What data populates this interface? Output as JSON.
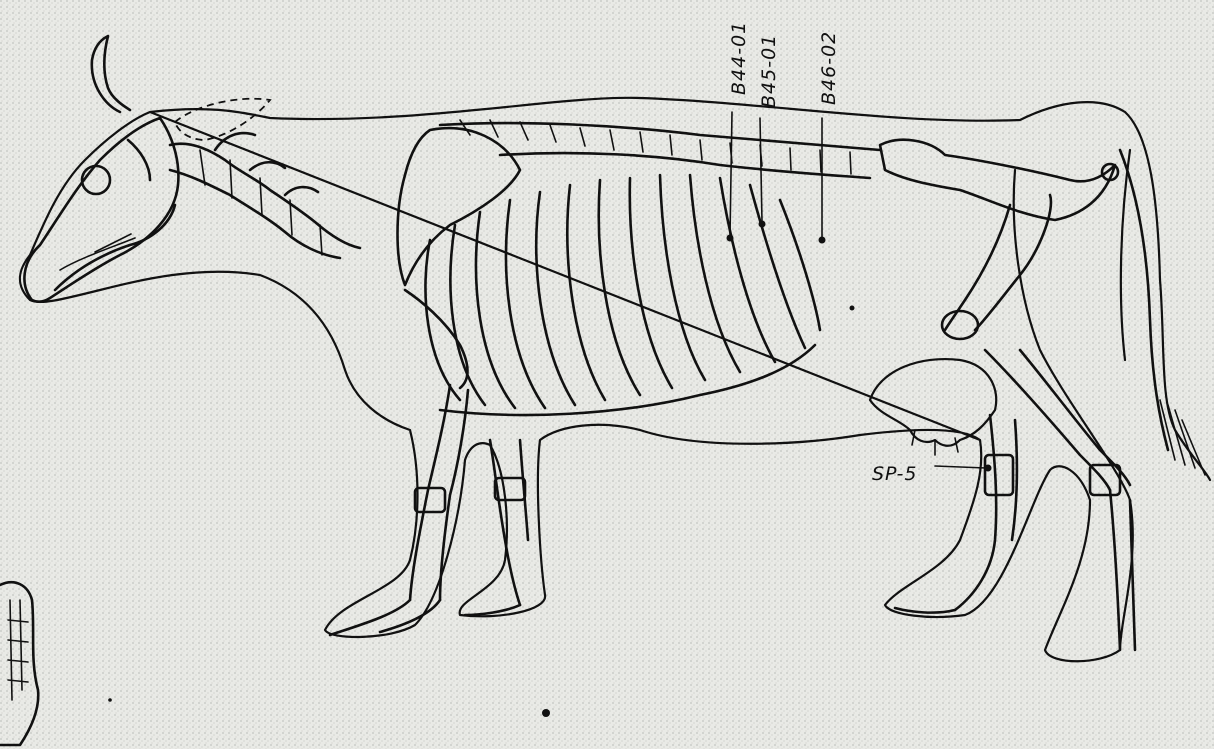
{
  "figure": {
    "subject": "cow-skeleton",
    "sample_labels": [
      {
        "id": "b44",
        "text": "B44-01"
      },
      {
        "id": "b45",
        "text": "B45-01"
      },
      {
        "id": "b46",
        "text": "B46-02"
      },
      {
        "id": "sp5",
        "text": "SP-5"
      }
    ]
  },
  "colors": {
    "paper": "#e9eae6",
    "ink": "#111111"
  }
}
